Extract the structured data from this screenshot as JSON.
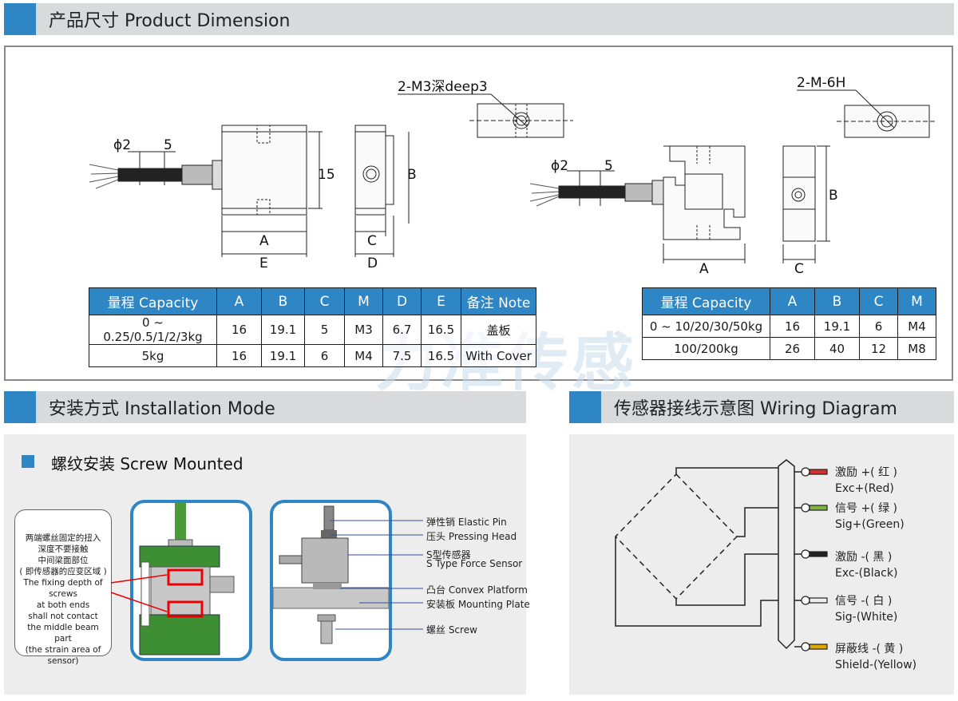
{
  "header_dimension": "产品尺寸 Product Dimension",
  "header_install": "安装方式 Installation Mode",
  "header_wiring": "传感器接线示意图  Wiring Diagram",
  "screw_mounted": "螺纹安装 Screw Mounted",
  "watermark": "力准传感",
  "drawing_left": {
    "thread": "2-M3深deep3",
    "phi": "ϕ2",
    "five": "5",
    "fifteen": "15",
    "A": "A",
    "B": "B",
    "C": "C",
    "D": "D",
    "E": "E"
  },
  "drawing_right": {
    "thread": "2-M-6H",
    "phi": "ϕ2",
    "five": "5",
    "A": "A",
    "B": "B",
    "C": "C"
  },
  "table_left": {
    "headers": [
      "量程 Capacity",
      "A",
      "B",
      "C",
      "M",
      "D",
      "E",
      "备注 Note"
    ],
    "rows": [
      [
        "0 ~ 0.25/0.5/1/2/3kg",
        "16",
        "19.1",
        "5",
        "M3",
        "6.7",
        "16.5",
        "盖板"
      ],
      [
        "5kg",
        "16",
        "19.1",
        "6",
        "M4",
        "7.5",
        "16.5",
        "With Cover"
      ]
    ]
  },
  "table_right": {
    "headers": [
      "量程 Capacity",
      "A",
      "B",
      "C",
      "M"
    ],
    "rows": [
      [
        "0 ~ 10/20/30/50kg",
        "16",
        "19.1",
        "6",
        "M4"
      ],
      [
        "100/200kg",
        "26",
        "40",
        "12",
        "M8"
      ]
    ]
  },
  "note_text": [
    "两端螺丝固定的扭入",
    "深度不要接触",
    "中间梁面部位",
    "( 即传感器的应变区域 )",
    "The fixing depth of screws",
    "at both ends",
    "shall not contact",
    "the middle beam part",
    "(the strain area of sensor)"
  ],
  "callouts": [
    "弹性销 Elastic Pin",
    "压头 Pressing Head",
    "S型传感器",
    "S Type Force Sensor",
    "凸台 Convex Platform",
    "安装板 Mounting Plate",
    "螺丝 Screw"
  ],
  "wires": [
    {
      "cn": "激励 +( 红 )",
      "en": "Exc+(Red)",
      "color": "#d32f2f"
    },
    {
      "cn": "信号 +( 绿 )",
      "en": "Sig+(Green)",
      "color": "#7cb342"
    },
    {
      "cn": "激励 -( 黑 )",
      "en": "Exc-(Black)",
      "color": "#222222"
    },
    {
      "cn": "信号 -( 白 )",
      "en": "Sig-(White)",
      "color": "#cccccc"
    },
    {
      "cn": "屏蔽线 -( 黄 )",
      "en": "Shield-(Yellow)",
      "color": "#e0a800"
    }
  ]
}
